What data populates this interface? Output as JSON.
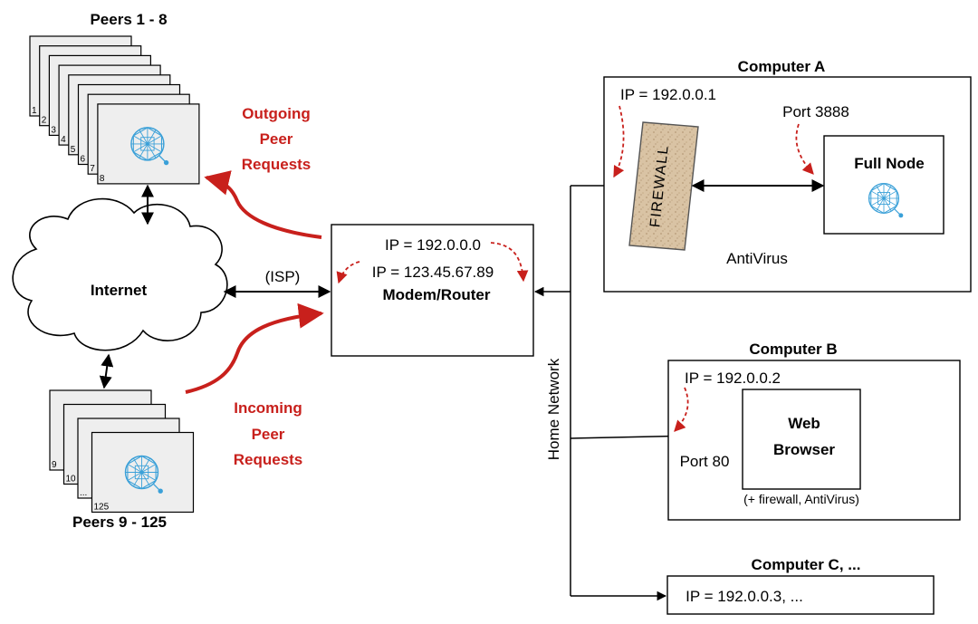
{
  "peers_top": {
    "title": "Peers 1 - 8",
    "card_numbers": [
      "1",
      "2",
      "3",
      "4",
      "5",
      "6",
      "7",
      "8"
    ]
  },
  "peers_bottom": {
    "title": "Peers 9 - 125",
    "card_numbers": [
      "9",
      "10",
      "...",
      "125"
    ]
  },
  "internet": {
    "label": "Internet"
  },
  "isp_label": "(ISP)",
  "outgoing": [
    "Outgoing",
    "Peer",
    "Requests"
  ],
  "incoming": [
    "Incoming",
    "Peer",
    "Requests"
  ],
  "router": {
    "ip_local": "IP = 192.0.0.0",
    "ip_public": "IP = 123.45.67.89",
    "label": "Modem/Router"
  },
  "home_network_label": "Home Network",
  "computer_a": {
    "title": "Computer A",
    "ip": "IP = 192.0.0.1",
    "port": "Port 3888",
    "firewall": "FIREWALL",
    "full_node": "Full Node",
    "antivirus": "AntiVirus"
  },
  "computer_b": {
    "title": "Computer B",
    "ip": "IP = 192.0.0.2",
    "port": "Port 80",
    "browser_line1": "Web",
    "browser_line2": "Browser",
    "note": "(+ firewall, AntiVirus)"
  },
  "computer_c": {
    "title": "Computer C, ...",
    "ip": "IP = 192.0.0.3, ..."
  },
  "colors": {
    "red_accent": "#c8201c",
    "card_fill": "#eeeeee",
    "node_icon": "#3aa0d8",
    "firewall_fill": "#d9c3a4"
  }
}
